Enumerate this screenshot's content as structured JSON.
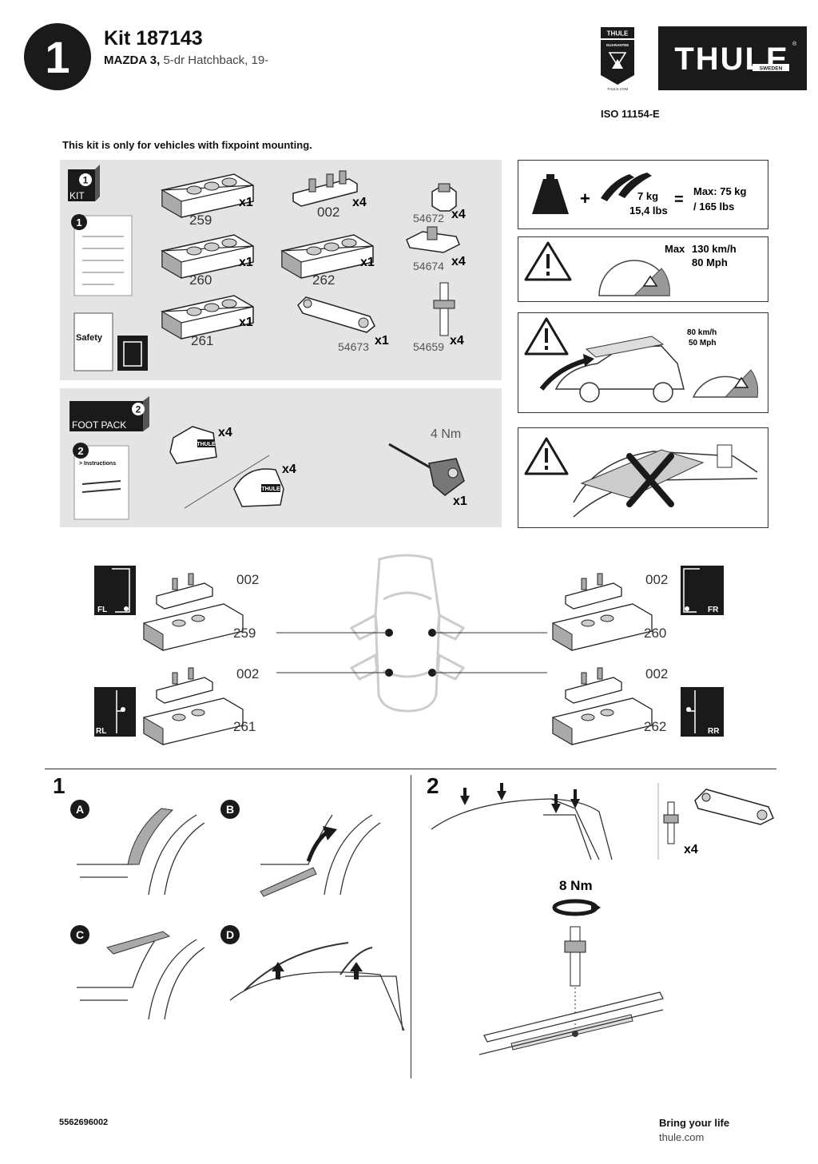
{
  "header": {
    "step_badge": "1",
    "kit_title": "Kit 187143",
    "vehicle_make": "MAZDA 3,",
    "vehicle_desc": "5-dr Hatchback, 19-",
    "iso": "ISO 11154-E",
    "guarantee_top": "THULE",
    "guarantee_mid": "GUARANTEE",
    "guarantee_bottom": "THULE.COM",
    "logo_text": "THULE",
    "logo_sub": "SWEDEN"
  },
  "notice": "This kit is only for vehicles with fixpoint mounting.",
  "kit_panel": {
    "kit_badge": "1",
    "kit_label": "KIT",
    "booklet_badge": "1",
    "safety_label": "Safety",
    "parts": [
      {
        "num": "259",
        "qty": "x1"
      },
      {
        "num": "260",
        "qty": "x1"
      },
      {
        "num": "261",
        "qty": "x1"
      },
      {
        "num": "002",
        "qty": "x4"
      },
      {
        "num": "262",
        "qty": "x1"
      },
      {
        "num": "54673",
        "qty": "x1"
      },
      {
        "num": "54672",
        "qty": "x4"
      },
      {
        "num": "54674",
        "qty": "x4"
      },
      {
        "num": "54659",
        "qty": "x4"
      }
    ]
  },
  "foot_panel": {
    "pack_badge": "2",
    "pack_label": "FOOT PACK",
    "booklet_badge": "2",
    "booklet_text": "> Instructions",
    "foot_qty_1": "x4",
    "foot_qty_2": "x4",
    "torque": "4 Nm",
    "tool_qty": "x1"
  },
  "warnings": {
    "load_bar_weight": "7 kg",
    "load_bar_lbs": "15,4 lbs",
    "load_equals": "=",
    "load_plus": "+",
    "load_max_1": "Max: 75 kg",
    "load_max_2": "/ 165 lbs",
    "speed_max": "Max",
    "speed_kmh": "130 km/h",
    "speed_mph": "80 Mph",
    "wind_kmh": "80 km/h",
    "wind_mph": "50 Mph"
  },
  "positions": {
    "fl": {
      "corner": "FL",
      "bracket": "002",
      "foot": "259"
    },
    "fr": {
      "corner": "FR",
      "bracket": "002",
      "foot": "260"
    },
    "rl": {
      "corner": "RL",
      "bracket": "002",
      "foot": "261"
    },
    "rr": {
      "corner": "RR",
      "bracket": "002",
      "foot": "262"
    }
  },
  "steps": {
    "step1": "1",
    "step2": "2",
    "letters": [
      "A",
      "B",
      "C",
      "D"
    ],
    "step2_qty": "x4",
    "step2_torque": "8 Nm"
  },
  "footer": {
    "code": "5562696002",
    "tagline": "Bring your life",
    "url": "thule.com"
  }
}
